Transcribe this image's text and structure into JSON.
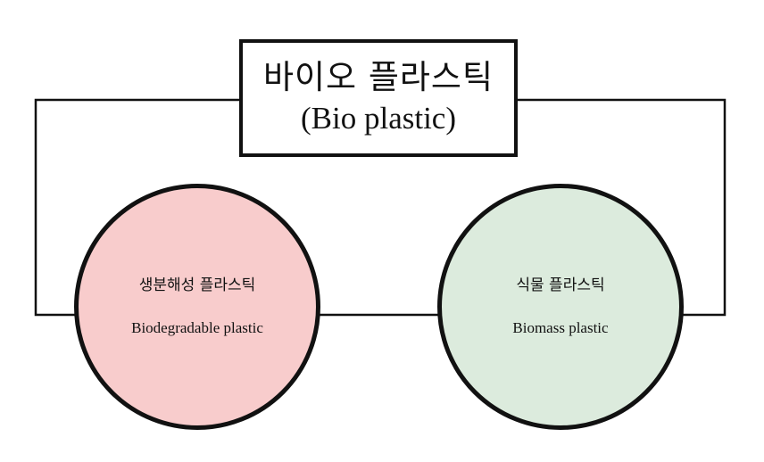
{
  "title": {
    "korean": "바이오 플라스틱",
    "english": "(Bio plastic)"
  },
  "nodes": [
    {
      "korean": "생분해성 플라스틱",
      "english": "Biodegradable plastic",
      "fill": "#f8cccc"
    },
    {
      "korean": "식물 플라스틱",
      "english": "Biomass plastic",
      "fill": "#dcebdd"
    }
  ],
  "colors": {
    "stroke": "#111111",
    "background": "#ffffff"
  }
}
